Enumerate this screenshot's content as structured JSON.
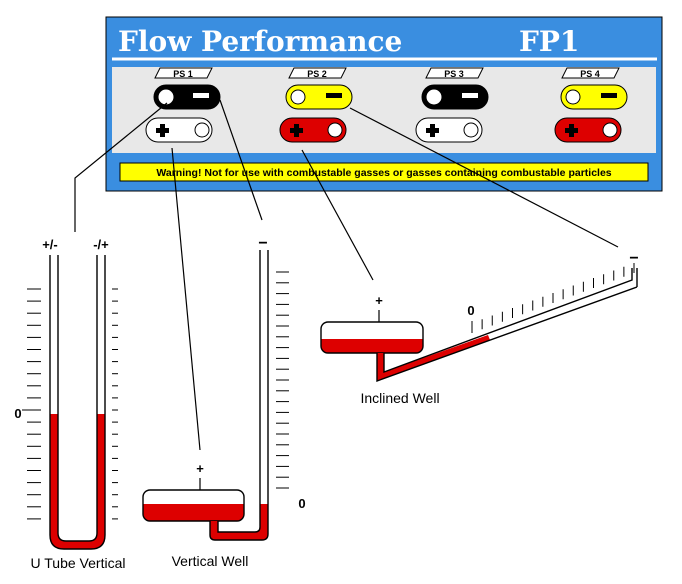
{
  "panel": {
    "title": "Flow Performance",
    "model": "FP1",
    "warning": "Warning! Not for use with combustable gasses or gasses containing combustable particles",
    "colors": {
      "panel_blue": "#3a8ee0",
      "panel_gray": "#e8e8e8",
      "warning_bg": "#ffff00"
    },
    "ports": [
      {
        "label": "PS 1",
        "color": "#000000",
        "neg": "−",
        "pos": "+"
      },
      {
        "label": "PS 2",
        "color": "#ffff00",
        "neg": "−",
        "pos": "+"
      },
      {
        "label": "PS 3",
        "color": "#000000",
        "neg": "−",
        "pos": "+"
      },
      {
        "label": "PS 4",
        "color": "#ffff00",
        "neg": "−",
        "pos": "+"
      }
    ]
  },
  "gauges": {
    "u_tube": {
      "name": "U Tube Vertical",
      "left_label": "+/-",
      "right_label": "-/+",
      "zero_label": "0"
    },
    "vertical_well": {
      "name": "Vertical Well",
      "plus_label": "+",
      "minus_label": "−",
      "zero_label": "0"
    },
    "inclined_well": {
      "name": "Inclined Well",
      "plus_label": "+",
      "minus_label": "−",
      "zero_label": "0"
    }
  },
  "colors": {
    "fluid_red": "#dd0000",
    "line": "#000000"
  }
}
